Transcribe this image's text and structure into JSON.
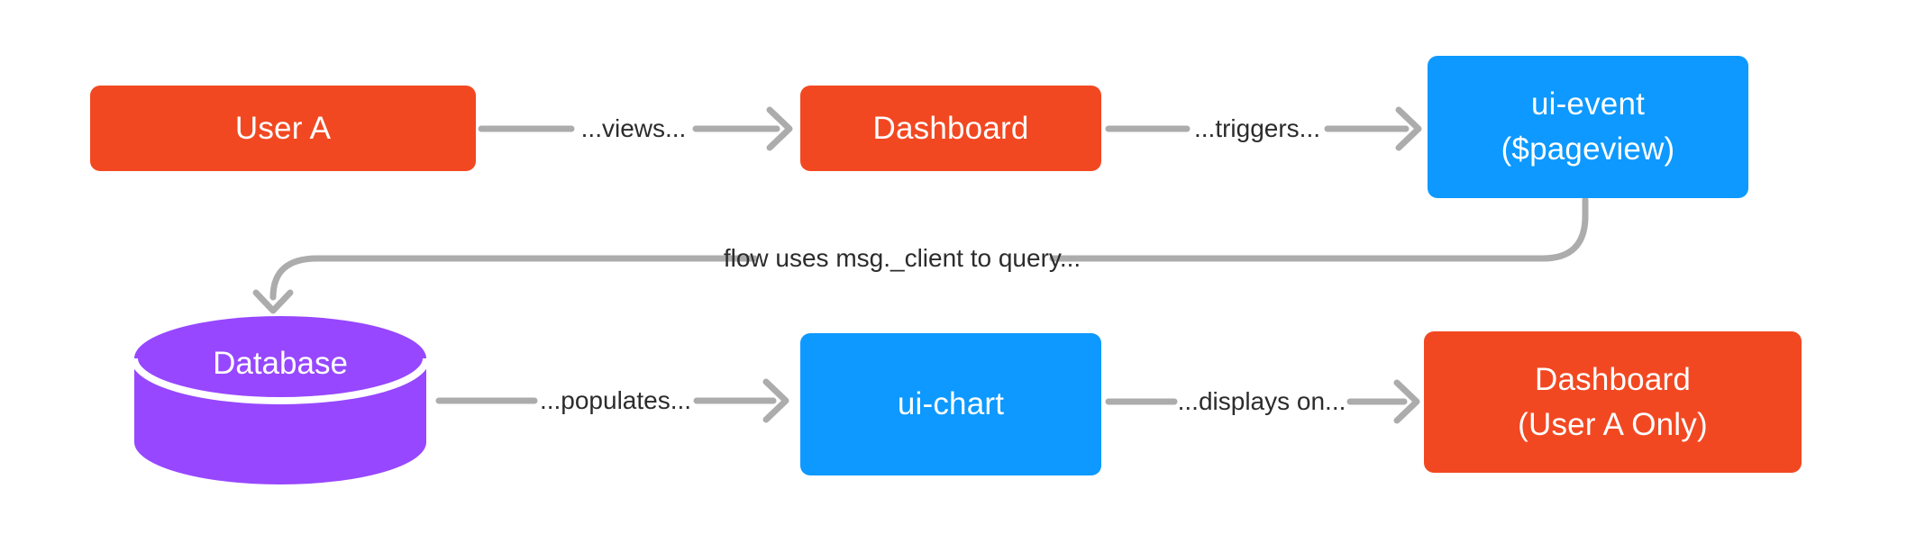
{
  "colors": {
    "background": "#FFFFFF",
    "orange": "#F24822",
    "blue": "#0D99FF",
    "purple": "#9747FF",
    "connector": "#ACACAC",
    "node_text": "#FFFFFF",
    "label_text": "#2C2C2C"
  },
  "nodes": {
    "user_a": {
      "label": "User A",
      "color": "#F24822",
      "shape": "rounded-rect"
    },
    "dashboard": {
      "label": "Dashboard",
      "color": "#F24822",
      "shape": "rounded-rect"
    },
    "ui_event": {
      "line1": "ui-event",
      "line2": "($pageview)",
      "color": "#0D99FF",
      "shape": "rounded-rect"
    },
    "database": {
      "label": "Database",
      "color": "#9747FF",
      "shape": "cylinder"
    },
    "ui_chart": {
      "label": "ui-chart",
      "color": "#0D99FF",
      "shape": "rounded-rect"
    },
    "dashboard_user_a": {
      "line1": "Dashboard",
      "line2": "(User A Only)",
      "color": "#F24822",
      "shape": "rounded-rect"
    }
  },
  "edges": {
    "views": {
      "label": "...views...",
      "from": "user_a",
      "to": "dashboard"
    },
    "triggers": {
      "label": "...triggers...",
      "from": "dashboard",
      "to": "ui_event"
    },
    "query": {
      "label": "flow uses msg._client to query...",
      "from": "ui_event",
      "to": "database"
    },
    "populates": {
      "label": "...populates...",
      "from": "database",
      "to": "ui_chart"
    },
    "displays_on": {
      "label": "...displays on...",
      "from": "ui_chart",
      "to": "dashboard_user_a"
    }
  }
}
